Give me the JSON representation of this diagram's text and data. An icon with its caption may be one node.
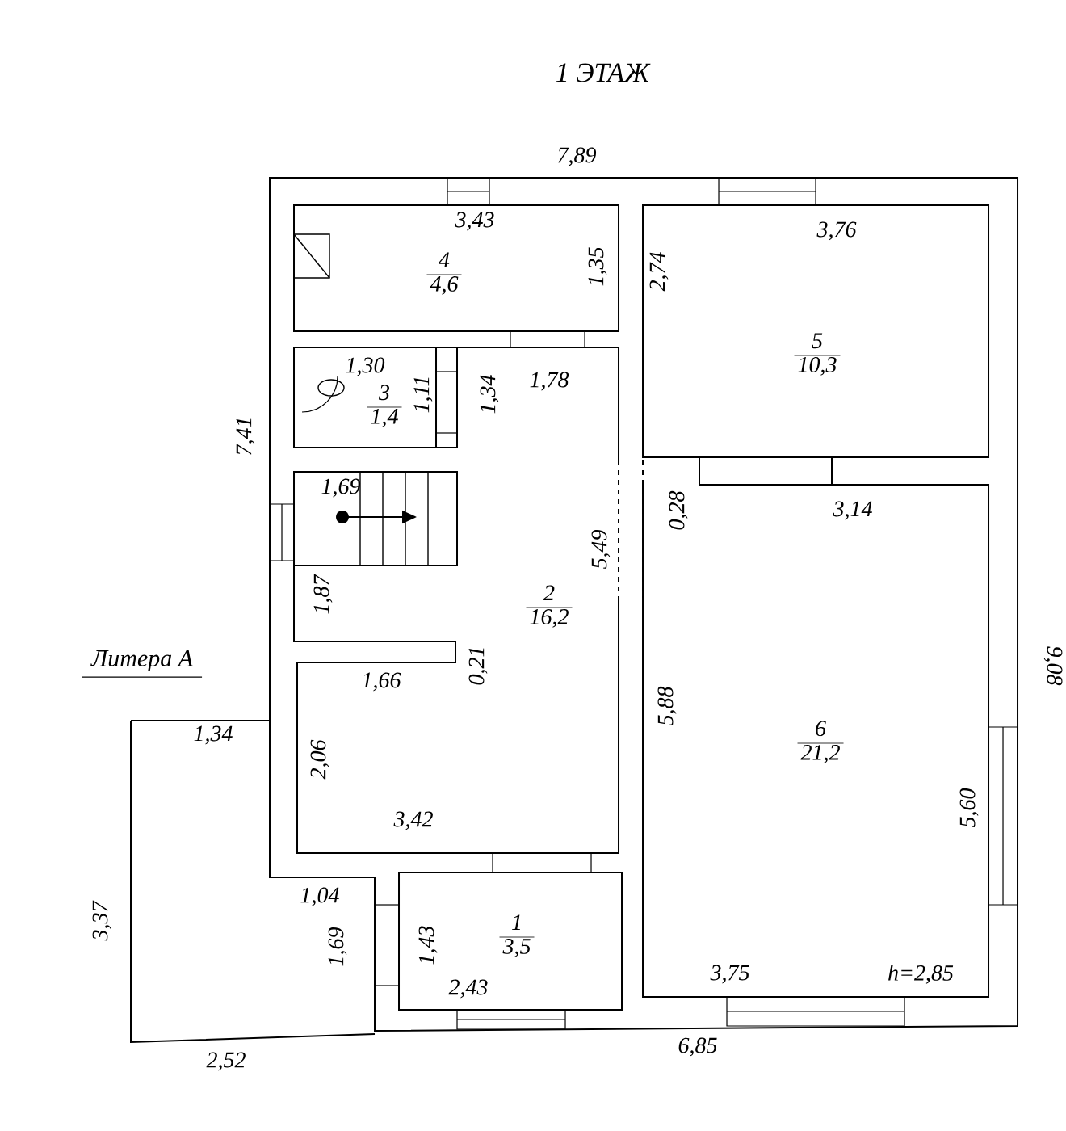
{
  "diagram": {
    "title": "1 ЭТАЖ",
    "nodes": [
      {
        "text": [
          "4",
          "4,6"
        ]
      },
      {
        "text": [
          "5",
          "10,3"
        ]
      },
      {
        "text": [
          "3",
          "1,4"
        ]
      },
      {
        "text": [
          "2",
          "16,2"
        ]
      },
      {
        "text": [
          "6",
          "21,2"
        ]
      },
      {
        "text": [
          "1",
          "3,5"
        ]
      }
    ],
    "labels": [
      "7,89",
      "3,43",
      "2,74",
      "3,76",
      "1,35",
      "1,30",
      "1,78",
      "1,11",
      "1,34",
      "7,41",
      "0,28",
      "3,14",
      "1,69",
      "5,49",
      "1,87",
      "0,21",
      "1,66",
      "Литера А",
      "9,08",
      "1,34",
      "5,88",
      "2,06",
      "3,37",
      "5,60",
      "3,42",
      "1,04",
      "1,69",
      "1,43",
      "2,43",
      "3,75",
      "h=2,85",
      "2,52",
      "6,85"
    ]
  }
}
